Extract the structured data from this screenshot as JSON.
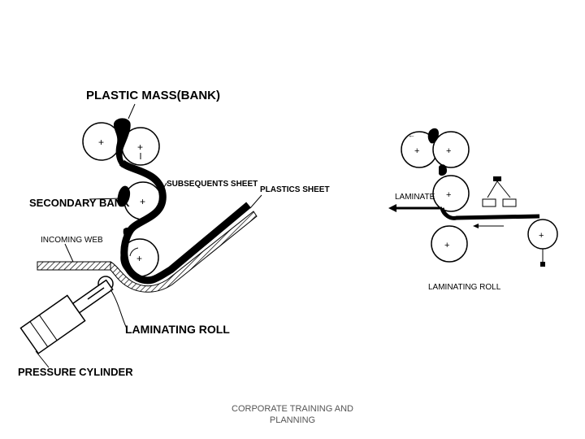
{
  "left_diagram": {
    "labels": {
      "plastic_mass": "PLASTIC MASS(BANK)",
      "subsequent_sheet": "SUBSEQUENTS SHEET",
      "plastics_sheet": "PLASTICS SHEET",
      "secondary_bank": "SECONDARY BANK",
      "incoming_web": "INCOMING WEB",
      "laminating_roll": "LAMINATING ROLL",
      "pressure_cylinder": "PRESSURE CYLINDER"
    }
  },
  "right_diagram": {
    "labels": {
      "laminate": "LAMINATE",
      "laminating_roll": "LAMINATING ROLL"
    }
  },
  "footer": {
    "line1": "CORPORATE TRAINING AND",
    "line2": "PLANNING"
  },
  "colors": {
    "ink": "#000000",
    "background": "#ffffff",
    "footer_text": "#555555"
  }
}
